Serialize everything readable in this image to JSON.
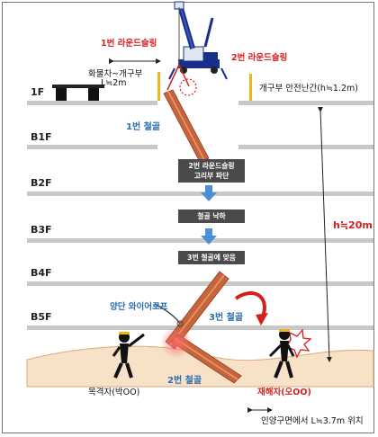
{
  "floors": [
    "1F",
    "B1F",
    "B2F",
    "B3F",
    "B4F",
    "B5F"
  ],
  "labels": {
    "sling1": "1번 라운드슬링",
    "sling2": "2번 라운드슬링",
    "truck_line1": "화물차~개구부",
    "truck_line2": "L≒2m",
    "guardrail": "개구부 안전난간(h≒1.2m)",
    "beam1": "1번 철골",
    "beam2": "2번 철골",
    "beam3": "3번 철골",
    "wire_rope": "양단 와이어로프",
    "height": "h≒20m",
    "witness": "목격자(박OO)",
    "victim": "재해자(오OO)",
    "position": "인양구면에서 L≒3.7m 위치"
  },
  "sequence": [
    {
      "line1": "2번 라운드슬링",
      "line2": "고리부 파단"
    },
    {
      "line1": "철골 낙하",
      "line2": ""
    },
    {
      "line1": "3번 철골에 맞음",
      "line2": ""
    }
  ],
  "colors": {
    "red_text": "#d61f1f",
    "blue_text": "#2a6fb0",
    "beam": "#c8643a",
    "guardrail": "#f2b519",
    "arrow_blue": "#4d8fd6",
    "floor_line": "#c8c8c8",
    "step_box": "#4a4a4a"
  }
}
